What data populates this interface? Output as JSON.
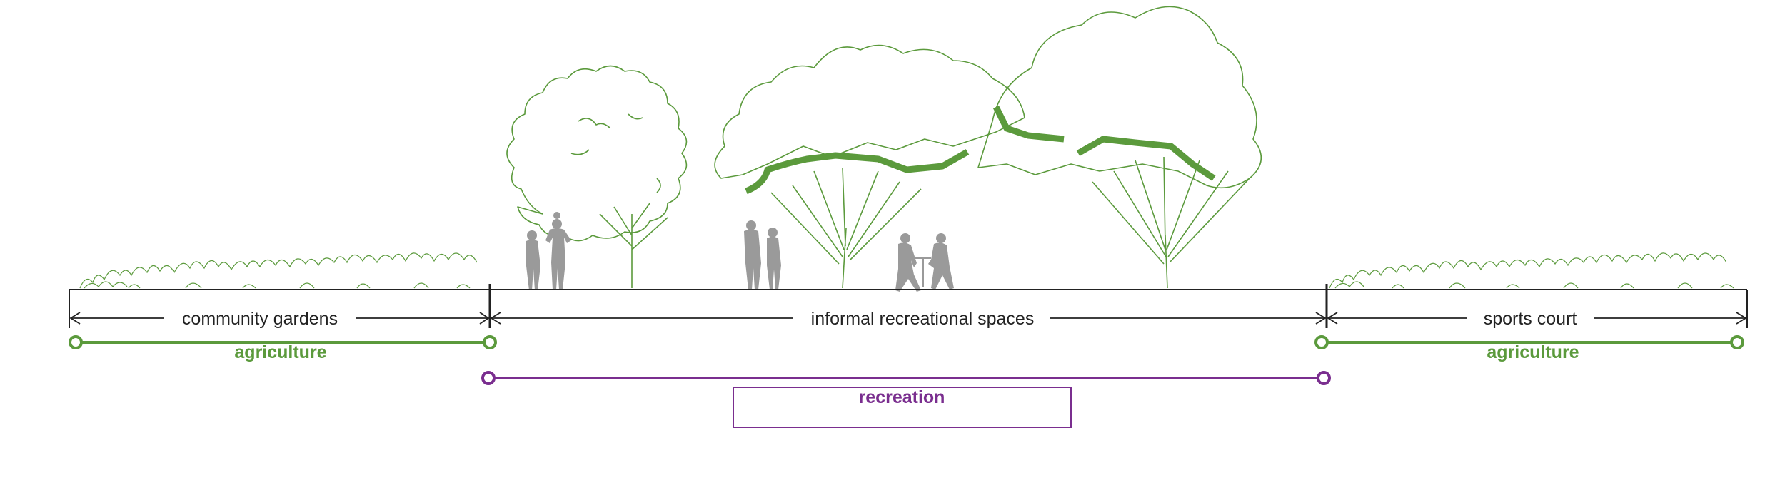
{
  "zones": [
    {
      "label": "community gardens"
    },
    {
      "label": "informal recreational spaces"
    },
    {
      "label": "sports court"
    }
  ],
  "uses": {
    "left": {
      "label": "agriculture"
    },
    "center": {
      "label": "recreation"
    },
    "right": {
      "label": "agriculture"
    }
  },
  "colors": {
    "green": "#5b9a3c",
    "purple": "#7a2e8f",
    "people": "#9a9a9a",
    "ground": "#222222"
  }
}
